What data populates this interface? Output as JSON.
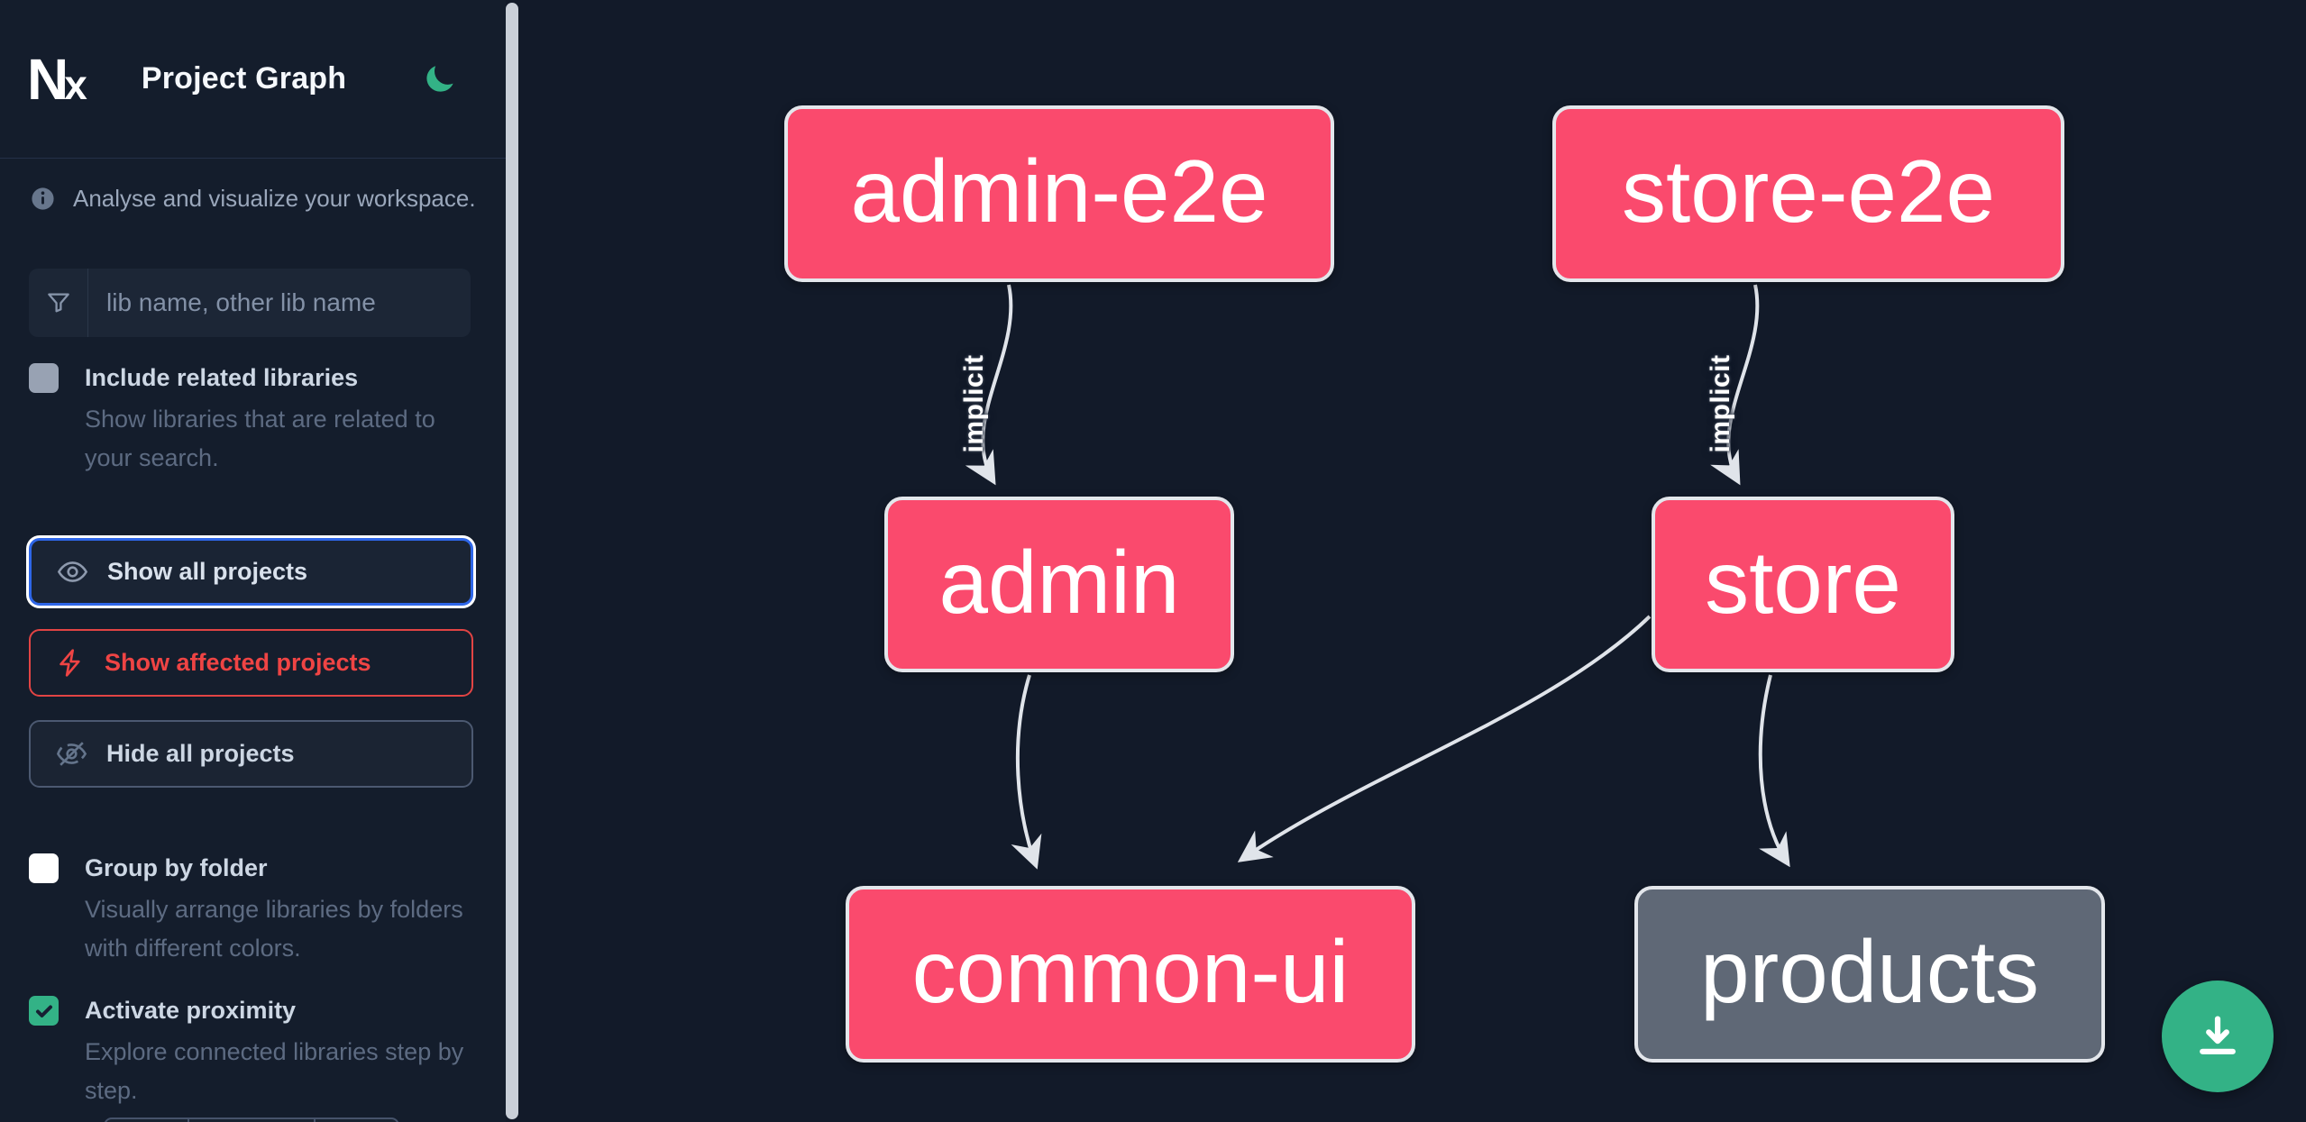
{
  "header": {
    "logo": "N",
    "logo_x": "x",
    "title": "Project Graph"
  },
  "sidebar": {
    "tagline": "Analyse and visualize your workspace.",
    "search_placeholder": "lib name, other lib name",
    "include_related": {
      "label": "Include related libraries",
      "desc": "Show libraries that are related to your search.",
      "checked": false,
      "disabled": true
    },
    "actions": {
      "show_all": "Show all projects",
      "show_affected": "Show affected projects",
      "hide_all": "Hide all projects",
      "focused": "show_all"
    },
    "group_by_folder": {
      "label": "Group by folder",
      "desc": "Visually arrange libraries by folders with different colors.",
      "checked": false
    },
    "proximity": {
      "label": "Activate proximity",
      "desc": "Explore connected libraries step by step.",
      "checked": true
    }
  },
  "graph": {
    "nodes": [
      {
        "id": "admin-e2e",
        "label": "admin-e2e",
        "type": "affected"
      },
      {
        "id": "store-e2e",
        "label": "store-e2e",
        "type": "affected"
      },
      {
        "id": "admin",
        "label": "admin",
        "type": "affected"
      },
      {
        "id": "store",
        "label": "store",
        "type": "affected"
      },
      {
        "id": "common-ui",
        "label": "common-ui",
        "type": "affected"
      },
      {
        "id": "products",
        "label": "products",
        "type": "normal"
      }
    ],
    "edges": [
      {
        "source": "admin-e2e",
        "target": "admin",
        "label": "implicit"
      },
      {
        "source": "store-e2e",
        "target": "store",
        "label": "implicit"
      },
      {
        "source": "admin",
        "target": "common-ui",
        "label": ""
      },
      {
        "source": "store",
        "target": "common-ui",
        "label": ""
      },
      {
        "source": "store",
        "target": "products",
        "label": ""
      }
    ]
  },
  "icons": {
    "theme": "moon-icon",
    "tagline": "info-icon",
    "search": "funnel-icon",
    "show_all": "eye-icon",
    "show_affected": "lightning-bolt-icon",
    "hide_all": "eye-slash-icon",
    "fab": "download-icon"
  },
  "colors": {
    "accent_green": "#33b286",
    "affected_pink": "#fa4a6d",
    "normal_gray": "#5f6876",
    "focus_blue": "#2e66e8",
    "danger_red": "#ef4444",
    "edge_gray": "#e0e4ea"
  }
}
